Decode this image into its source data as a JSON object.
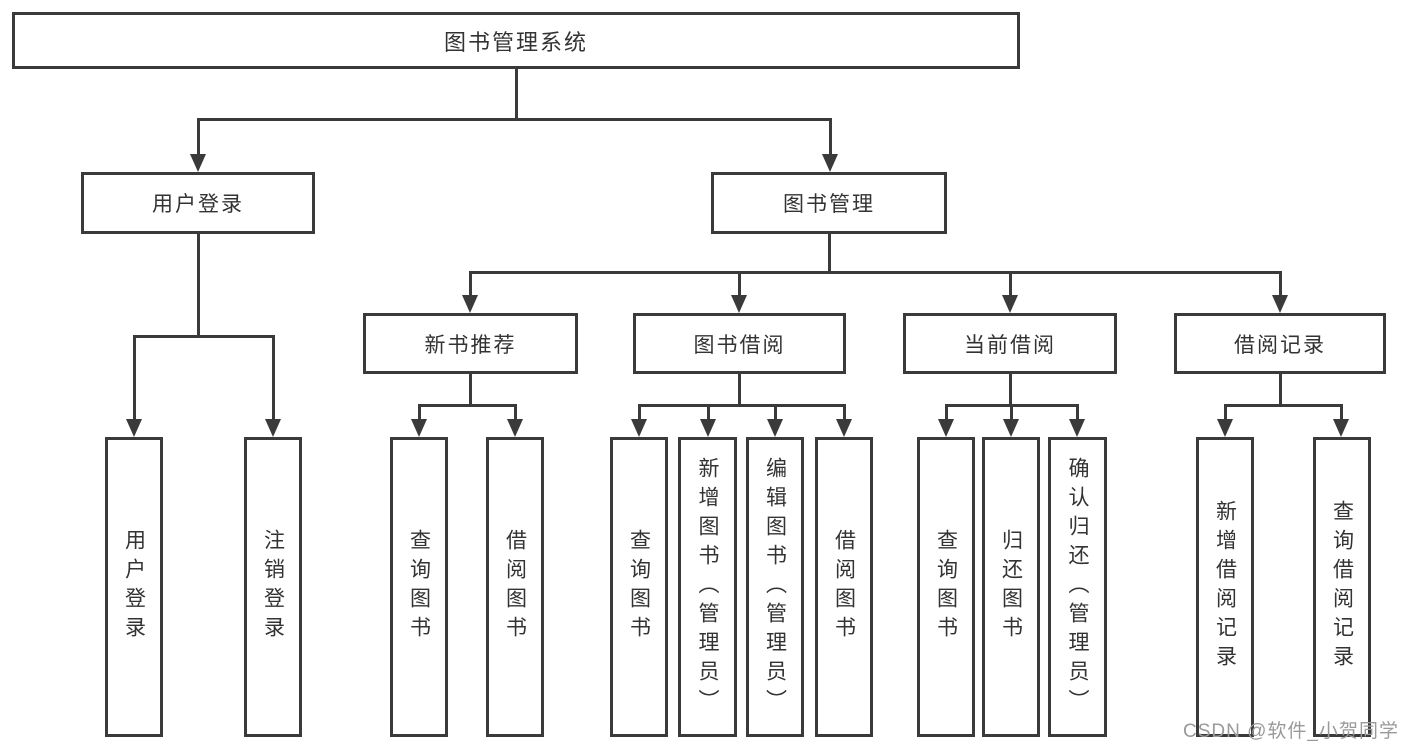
{
  "colors": {
    "line": "#3a3a3a",
    "text": "#333333",
    "watermark": "#9a9a9a",
    "bg": "#ffffff"
  },
  "root": {
    "label": "图书管理系统"
  },
  "level2": [
    {
      "label": "用户登录"
    },
    {
      "label": "图书管理"
    }
  ],
  "level3": [
    {
      "label": "新书推荐"
    },
    {
      "label": "图书借阅"
    },
    {
      "label": "当前借阅"
    },
    {
      "label": "借阅记录"
    }
  ],
  "leaves": {
    "user_login": [
      {
        "label": "用户登录"
      },
      {
        "label": "注销登录"
      }
    ],
    "new_book_recommendation": [
      {
        "label": "查询图书"
      },
      {
        "label": "借阅图书"
      }
    ],
    "book_borrowing": [
      {
        "label": "查询图书"
      },
      {
        "label": "新增图书（管理员）"
      },
      {
        "label": "编辑图书（管理员）"
      },
      {
        "label": "借阅图书"
      }
    ],
    "current_borrowing": [
      {
        "label": "查询图书"
      },
      {
        "label": "归还图书"
      },
      {
        "label": "确认归还（管理员）"
      }
    ],
    "borrowing_records": [
      {
        "label": "新增借阅记录"
      },
      {
        "label": "查询借阅记录"
      }
    ]
  },
  "watermark": "CSDN @软件_小贺同学"
}
